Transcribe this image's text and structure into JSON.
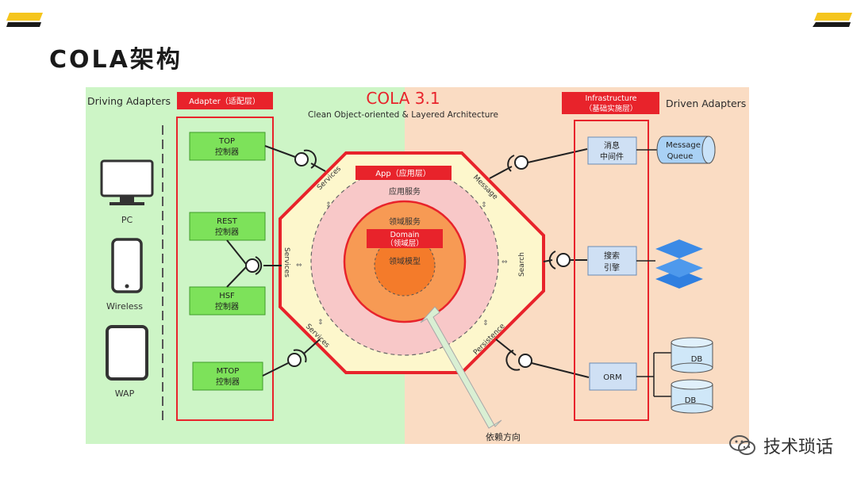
{
  "page": {
    "title": "COLA架构",
    "brand": "技术琐话"
  },
  "diagram": {
    "cola_title": "COLA 3.1",
    "cola_subtitle": "Clean Object-oriented & Layered Architecture",
    "left_header": "Driving Adapters",
    "right_header": "Driven Adapters",
    "adapter_label": "Adapter（适配层）",
    "infra_label_line1": "Infrastructure",
    "infra_label_line2": "（基础实施层）",
    "devices": [
      "PC",
      "Wireless",
      "WAP"
    ],
    "controllers": [
      [
        "TOP",
        "控制器"
      ],
      [
        "REST",
        "控制器"
      ],
      [
        "HSF",
        "控制器"
      ],
      [
        "MTOP",
        "控制器"
      ]
    ],
    "app_label": "App（应用层）",
    "app_service": "应用服务",
    "domain_service": "领域服务",
    "domain_label_line1": "Domain",
    "domain_label_line2": "（领域层）",
    "domain_model": "领域模型",
    "port_left": [
      "Services",
      "Services",
      "Services"
    ],
    "port_right": [
      "Message",
      "Search",
      "Persistence"
    ],
    "infra_boxes": [
      [
        "消息",
        "中间件"
      ],
      [
        "搜索",
        "引擎"
      ],
      [
        "ORM"
      ]
    ],
    "message_queue": [
      "Message",
      "Queue"
    ],
    "db": [
      "DB",
      "DB"
    ],
    "dependency_label": "依赖方向"
  },
  "colors": {
    "left_bg": "#cdf5c6",
    "right_bg": "#fadcc3",
    "red": "#e8232b",
    "controller": "#7de25a",
    "infra_box": "#cfe0f4",
    "app_ring": "#f8c8c8",
    "domain_ring": "#f79a54",
    "model_core": "#f47b2a",
    "octagon": "#fdf7cc",
    "accent_yellow": "#f5c51d"
  }
}
